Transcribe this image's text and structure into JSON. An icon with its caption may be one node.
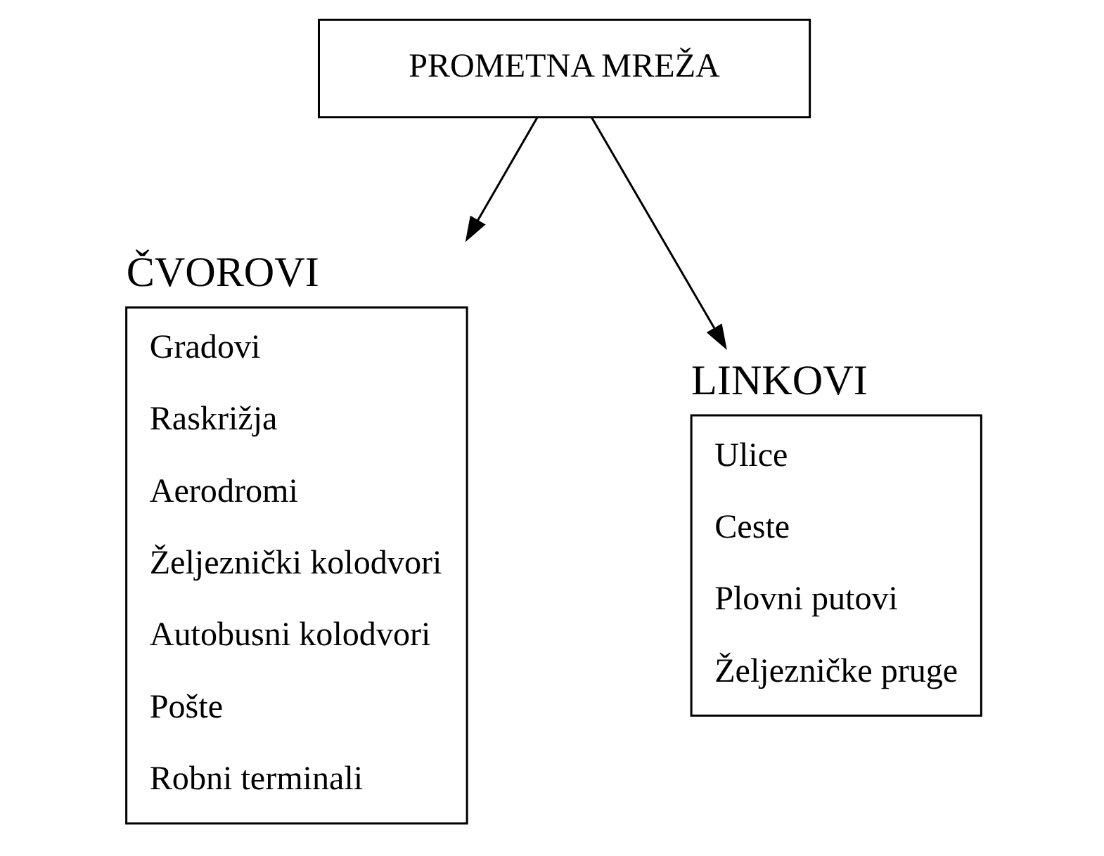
{
  "diagram": {
    "nodes": [
      {
        "text": [
          "PROMETNA MREŽA"
        ]
      },
      {
        "text": [
          "ČVOROVI",
          "Gradovi",
          "Raskrižja",
          "Aerodromi",
          "Željeznički kolodvori",
          "Autobusni kolodvori",
          "Pošte",
          "Robni terminali"
        ]
      },
      {
        "text": [
          "LINKOVI",
          "Ulice",
          "Ceste",
          "Plovni putovi",
          "Željezničke pruge"
        ]
      }
    ],
    "edges": [
      {
        "from": 0,
        "to": 1,
        "arrow": "to"
      },
      {
        "from": 0,
        "to": 2,
        "arrow": "to"
      }
    ]
  }
}
